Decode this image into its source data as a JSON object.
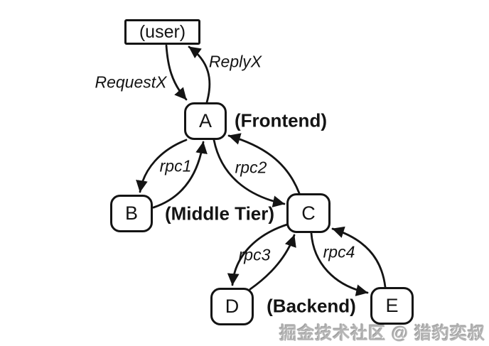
{
  "nodes": {
    "user": {
      "label": "(user)"
    },
    "a": {
      "label": "A"
    },
    "b": {
      "label": "B"
    },
    "c": {
      "label": "C"
    },
    "d": {
      "label": "D"
    },
    "e": {
      "label": "E"
    }
  },
  "tiers": {
    "frontend": {
      "label": "(Frontend)",
      "node": "A"
    },
    "middle_tier": {
      "label": "(Middle Tier)",
      "nodes": "B, C"
    },
    "backend": {
      "label": "(Backend)",
      "nodes": "D, E"
    }
  },
  "edges": {
    "request": {
      "label": "RequestX",
      "from": "user",
      "to": "A"
    },
    "reply": {
      "label": "ReplyX",
      "from": "A",
      "to": "user"
    },
    "rpc1": {
      "label": "rpc1",
      "from": "A",
      "to": "B"
    },
    "rpc2": {
      "label": "rpc2",
      "from": "A",
      "to": "C"
    },
    "rpc3": {
      "label": "rpc3",
      "from": "C",
      "to": "D"
    },
    "rpc4": {
      "label": "rpc4",
      "from": "C",
      "to": "E"
    }
  },
  "watermark": {
    "text": "掘金技术社区 @ 猎豹奕叔"
  },
  "colors": {
    "line": "#141414",
    "background": "#ffffff",
    "watermark": "#b5b5b5"
  }
}
